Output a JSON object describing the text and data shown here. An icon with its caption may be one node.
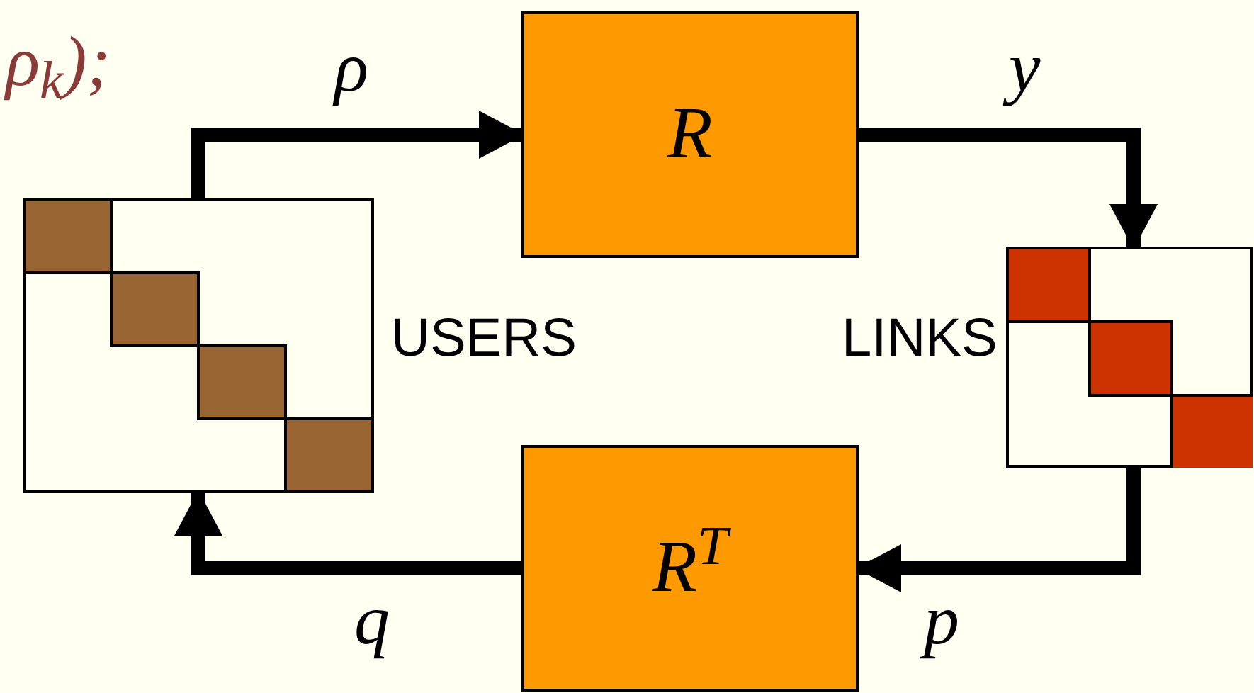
{
  "diagram": {
    "nodes": [
      {
        "text": [
          "USERS"
        ]
      },
      {
        "text": [
          "R"
        ]
      },
      {
        "text": [
          "LINKS"
        ]
      },
      {
        "text": [
          "R$^{T}$"
        ]
      }
    ],
    "edges": [
      {
        "from": 0,
        "to": 1,
        "arrow": "to",
        "label": "ρ"
      },
      {
        "from": 1,
        "to": 2,
        "arrow": "to",
        "label": "y"
      },
      {
        "from": 2,
        "to": 3,
        "arrow": "to",
        "label": "p"
      },
      {
        "from": 3,
        "to": 0,
        "arrow": "to",
        "label": "q"
      }
    ],
    "labels": [
      "ρ$_{k}$);"
    ]
  }
}
